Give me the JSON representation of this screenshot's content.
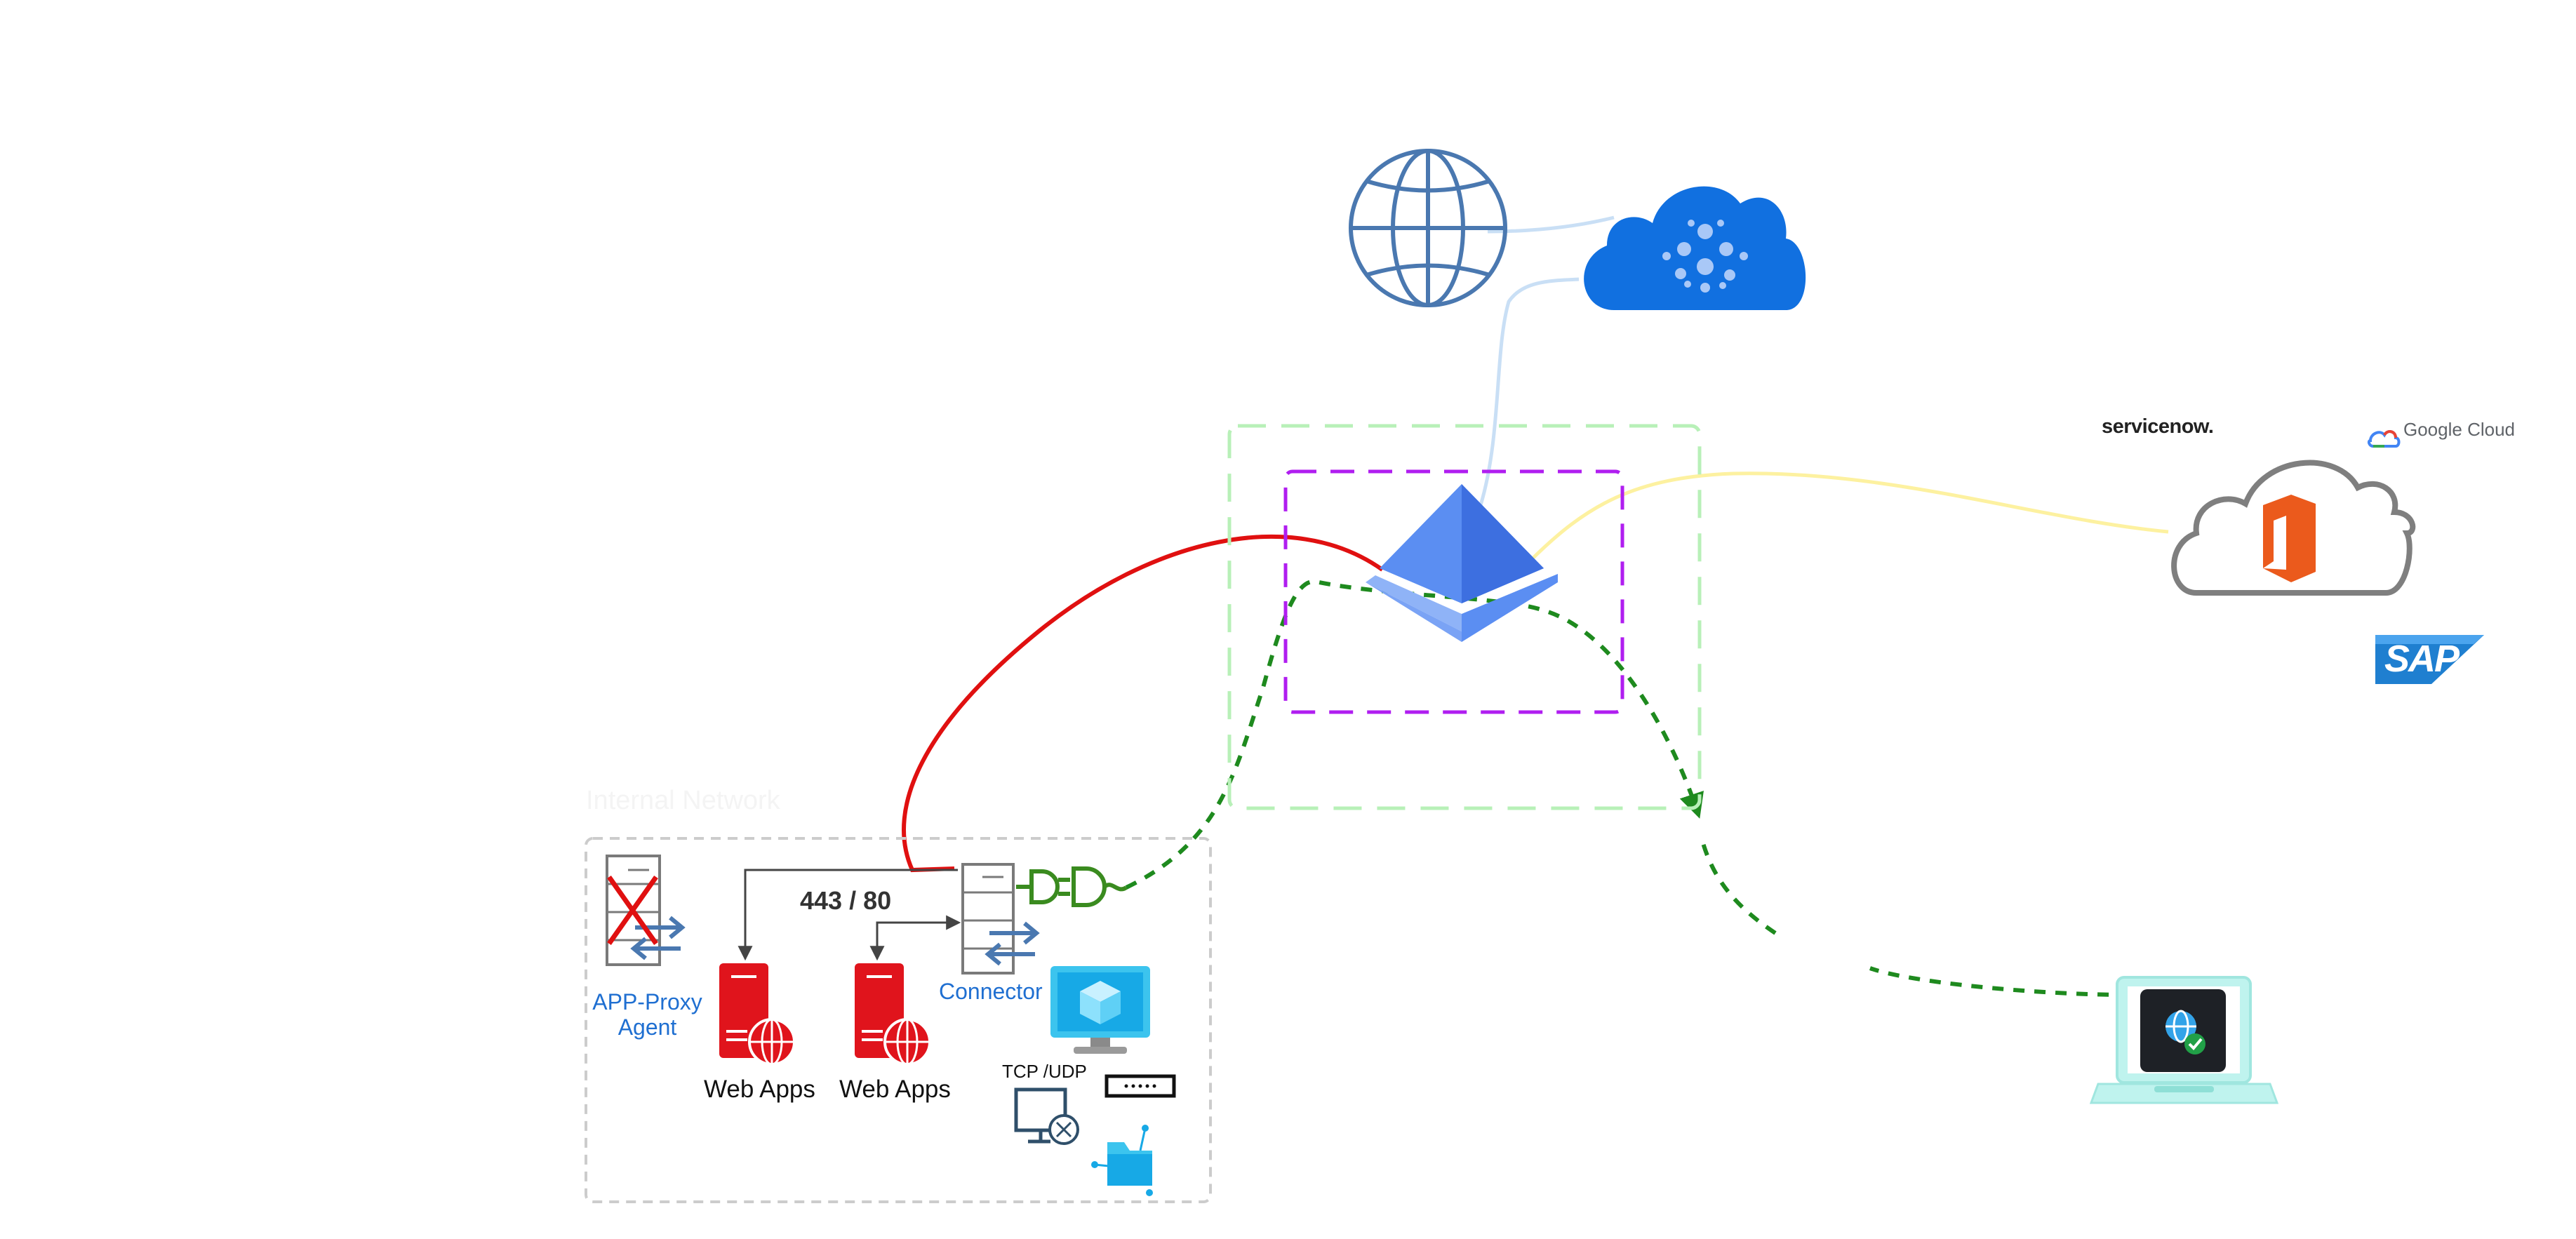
{
  "colors": {
    "azure_blue": "#5b8ef2",
    "red_server": "#e0141c",
    "green_plug": "#3a8b1f",
    "purple_boundary": "#b01ef0",
    "green_boundary": "#b8f0b8",
    "dash_green": "#1e8a1e",
    "red_path": "#e01010",
    "yellow_path": "#fdf1a0",
    "light_blue_path": "#c9dff5",
    "cloud_blue": "#1170e0",
    "globe_stroke": "#4a78b0",
    "office_orange": "#eb5a1c",
    "sap_blue": "#1f7fd0",
    "laptop_teal": "#bff3ee",
    "grey_boundary": "#cccccc"
  },
  "internal_network": {
    "title": "Internal Network"
  },
  "labels": {
    "app_proxy_agent_line1": "APP-Proxy",
    "app_proxy_agent_line2": "Agent",
    "connector": "Connector",
    "web_apps_1": "Web Apps",
    "web_apps_2": "Web Apps",
    "port": "443 / 80",
    "tcp_udp": "TCP /UDP"
  },
  "logos": {
    "servicenow": "servicenow.",
    "google_cloud": "Google Cloud",
    "sap": "SAP"
  },
  "icons": [
    "globe-icon",
    "internet-cloud-icon",
    "entra-id-icon",
    "office-365-cloud-icon",
    "disabled-proxy-server-icon",
    "web-server-icon",
    "connector-server-icon",
    "plug-icon",
    "virtual-desktop-icon",
    "remote-desktop-icon",
    "password-field-icon",
    "file-share-icon",
    "laptop-client-icon",
    "global-secure-access-icon"
  ]
}
